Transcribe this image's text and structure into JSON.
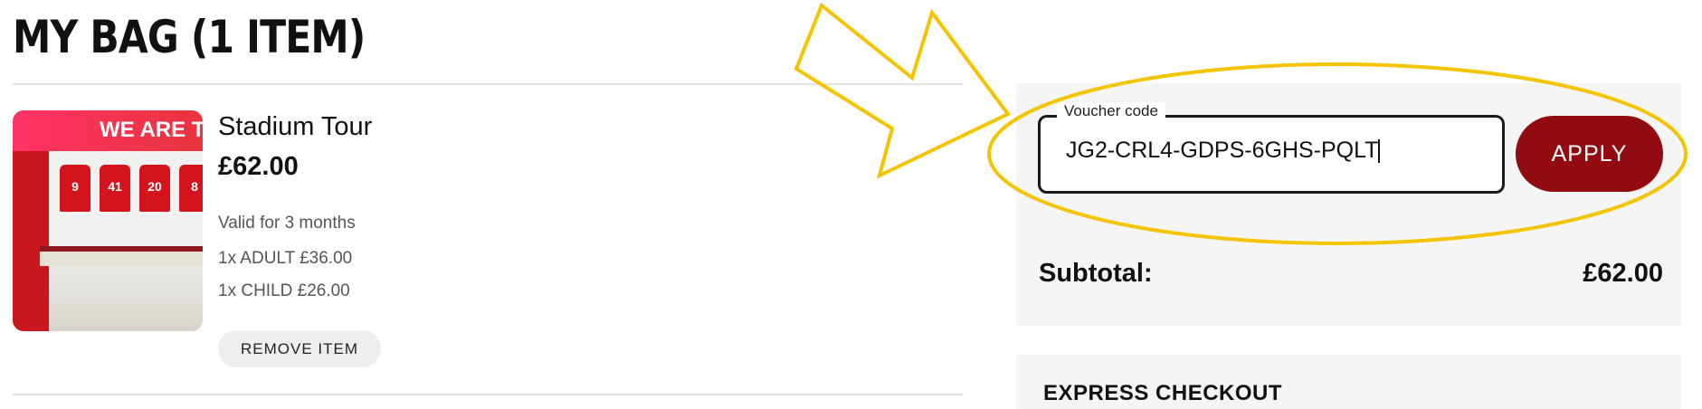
{
  "header": {
    "title": "MY BAG (1 ITEM)"
  },
  "item": {
    "image_banner": "WE ARE TH",
    "shirt_numbers": [
      "9",
      "41",
      "20",
      "8"
    ],
    "name": "Stadium Tour",
    "price": "£62.00",
    "validity": "Valid for 3 months",
    "lines": [
      "1x ADULT £36.00",
      "1x CHILD £26.00"
    ],
    "remove_label": "REMOVE ITEM"
  },
  "voucher": {
    "label": "Voucher code",
    "value": "JG2-CRL4-GDPS-6GHS-PQLT",
    "apply_label": "APPLY"
  },
  "summary": {
    "subtotal_label": "Subtotal:",
    "subtotal_value": "£62.00"
  },
  "express": {
    "title": "EXPRESS CHECKOUT"
  },
  "colors": {
    "accent": "#920b10",
    "annotation": "#f5c400",
    "panel": "#f5f5f5"
  }
}
